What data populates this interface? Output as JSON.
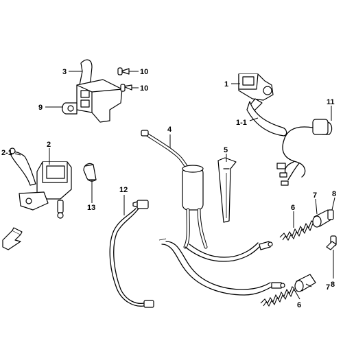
{
  "callouts": {
    "c1": "1",
    "c1_1": "1-1",
    "c2": "2",
    "c2_1": "2-1",
    "c3": "3",
    "c4": "4",
    "c5": "5",
    "c6a": "6",
    "c6b": "6",
    "c7a": "7",
    "c7b": "7",
    "c8a": "8",
    "c8b": "8",
    "c9": "9",
    "c10a": "10",
    "c10b": "10",
    "c11": "11",
    "c12": "12",
    "c13": "13"
  }
}
